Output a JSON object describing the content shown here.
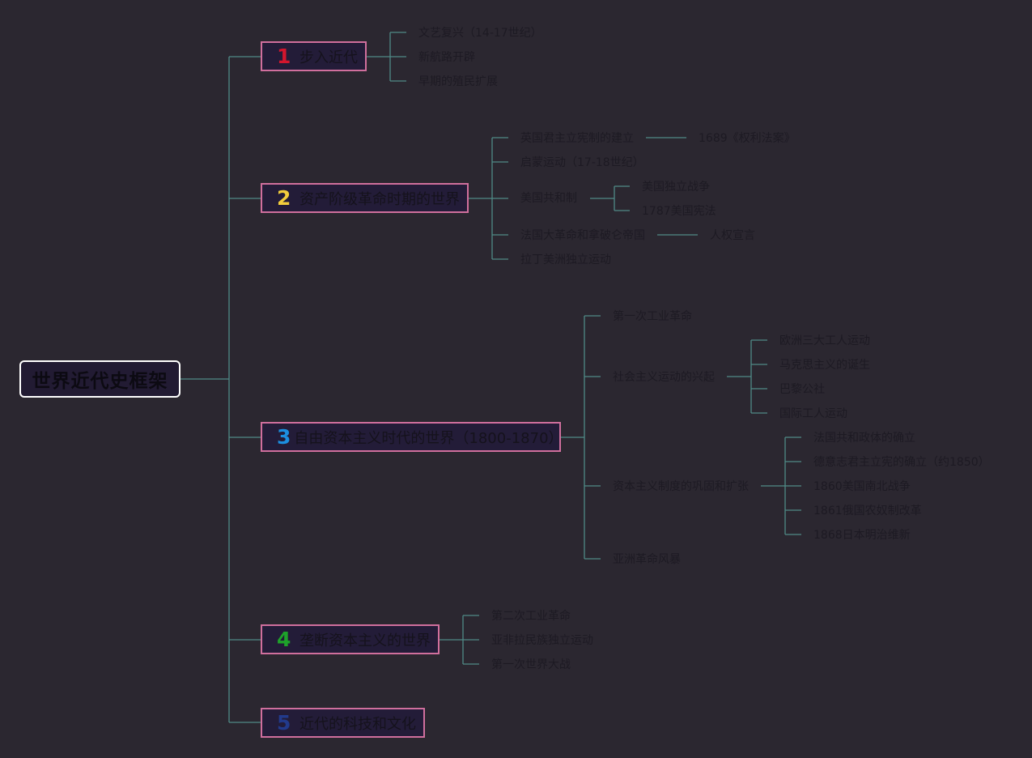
{
  "root": {
    "label": "世界近代史框架"
  },
  "colors": {
    "line": "#4f8a87",
    "topic_border": "#d06f9d",
    "num1": "#d3162d",
    "num2": "#f2cd3c",
    "num3": "#1c8fe0",
    "num4": "#1ea32a",
    "num5": "#223a8c"
  },
  "topics": [
    {
      "num": "1",
      "label": "步入近代",
      "children": [
        {
          "label": "文艺复兴（14-17世纪）"
        },
        {
          "label": "新航路开辟"
        },
        {
          "label": "早期的殖民扩展"
        }
      ]
    },
    {
      "num": "2",
      "label": "资产阶级革命时期的世界",
      "children": [
        {
          "label": "英国君主立宪制的建立",
          "children": [
            {
              "label": "1689《权利法案》"
            }
          ]
        },
        {
          "label": "启蒙运动（17-18世纪）"
        },
        {
          "label": "美国共和制",
          "children": [
            {
              "label": "美国独立战争"
            },
            {
              "label": "1787美国宪法"
            }
          ]
        },
        {
          "label": "法国大革命和拿破仑帝国",
          "children": [
            {
              "label": "人权宣言"
            }
          ]
        },
        {
          "label": "拉丁美洲独立运动"
        }
      ]
    },
    {
      "num": "3",
      "label": "自由资本主义时代的世界（1800-1870）",
      "children": [
        {
          "label": "第一次工业革命"
        },
        {
          "label": "社会主义运动的兴起",
          "children": [
            {
              "label": "欧洲三大工人运动"
            },
            {
              "label": "马克思主义的诞生"
            },
            {
              "label": "巴黎公社"
            },
            {
              "label": "国际工人运动"
            }
          ]
        },
        {
          "label": "资本主义制度的巩固和扩张",
          "children": [
            {
              "label": "法国共和政体的确立"
            },
            {
              "label": "德意志君主立宪的确立（约1850）"
            },
            {
              "label": "1860美国南北战争"
            },
            {
              "label": "1861俄国农奴制改革"
            },
            {
              "label": "1868日本明治维新"
            }
          ]
        },
        {
          "label": "亚洲革命风暴"
        }
      ]
    },
    {
      "num": "4",
      "label": "垄断资本主义的世界",
      "children": [
        {
          "label": "第二次工业革命"
        },
        {
          "label": "亚非拉民族独立运动"
        },
        {
          "label": "第一次世界大战"
        }
      ]
    },
    {
      "num": "5",
      "label": "近代的科技和文化",
      "children": []
    }
  ]
}
